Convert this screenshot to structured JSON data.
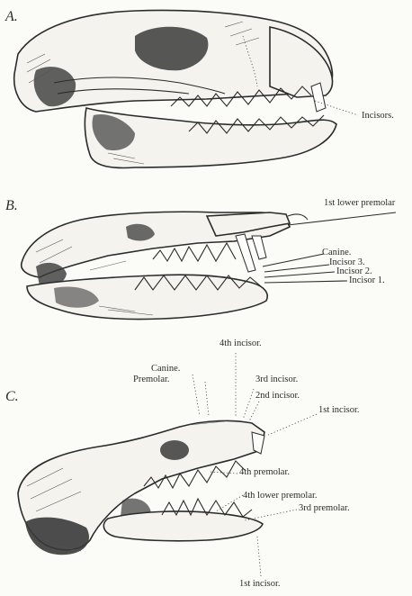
{
  "figures": [
    {
      "letter": "A.",
      "labels": [
        "Incisors."
      ]
    },
    {
      "letter": "B.",
      "labels": [
        "1st lower premolar",
        "Canine.",
        "Incisor 3.",
        "Incisor 2.",
        "Incisor 1."
      ]
    },
    {
      "letter": "C.",
      "labels": [
        "4th incisor.",
        "Canine.",
        "Premolar.",
        "3rd incisor.",
        "2nd incisor.",
        "1st incisor.",
        "4th premolar.",
        "4th lower premolar.",
        "3rd premolar.",
        "1st incisor."
      ]
    }
  ]
}
